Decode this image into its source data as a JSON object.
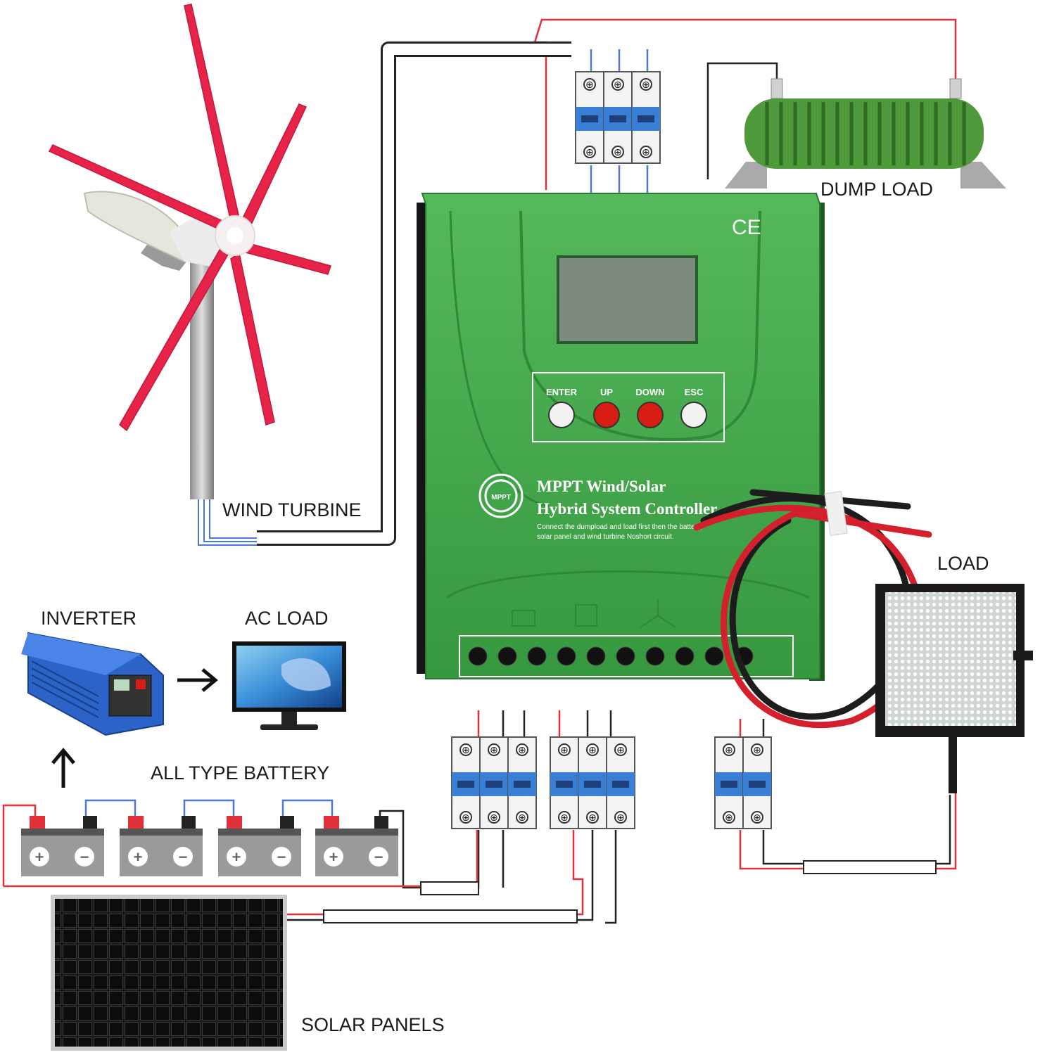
{
  "labels": {
    "wind_turbine": "WIND TURBINE",
    "dump_load": "DUMP LOAD",
    "inverter": "INVERTER",
    "ac_load": "AC LOAD",
    "load": "LOAD",
    "battery": "ALL TYPE BATTERY",
    "solar_panels": "SOLAR PANELS"
  },
  "controller": {
    "mark": "CE",
    "brand_badge": "MPPT",
    "title_line1": "MPPT Wind/Solar",
    "title_line2": "Hybrid System Controller",
    "note_line1": "Connect the dumpload and load first then the battery,",
    "note_line2": "solar panel and wind turbine Noshort circuit.",
    "buttons": [
      {
        "label": "ENTER",
        "color": "#f2f2f2"
      },
      {
        "label": "UP",
        "color": "#d81e14"
      },
      {
        "label": "DOWN",
        "color": "#d81e14"
      },
      {
        "label": "ESC",
        "color": "#f2f2f2"
      }
    ]
  },
  "battery": {
    "units": [
      {
        "plus": "+",
        "minus": "−"
      },
      {
        "plus": "+",
        "minus": "−"
      },
      {
        "plus": "+",
        "minus": "−"
      },
      {
        "plus": "+",
        "minus": "−"
      }
    ]
  },
  "colors": {
    "controller_green": "#3fa64a",
    "wire_red": "#e0303a",
    "wire_blue": "#4a78d8",
    "wire_black": "#222222",
    "turbine_red": "#e8234a",
    "resistor_green": "#4e9a3a"
  }
}
